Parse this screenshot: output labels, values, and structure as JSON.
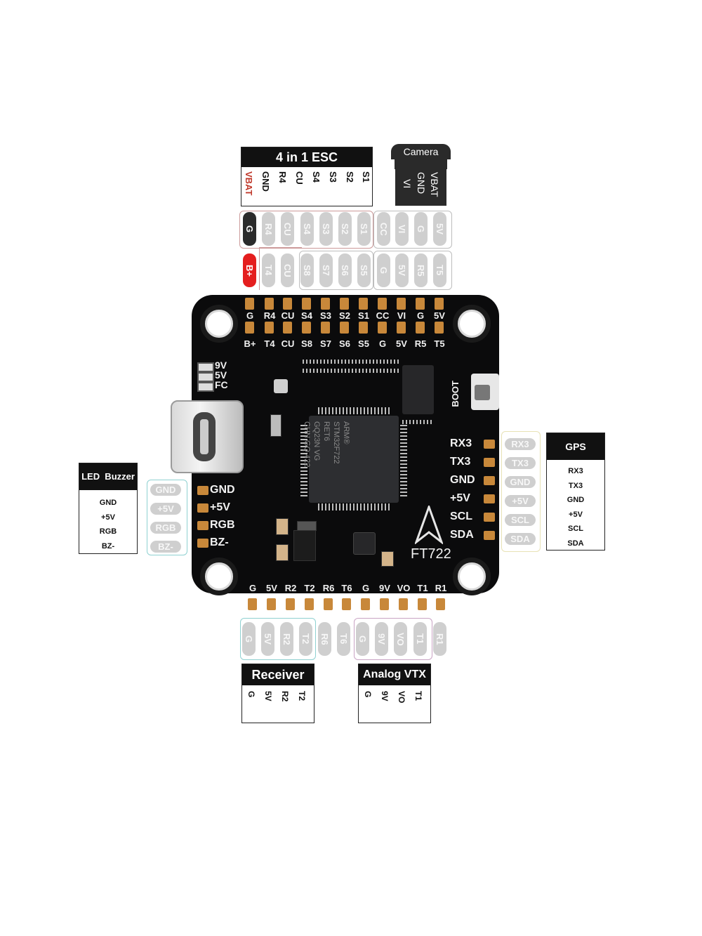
{
  "esc_box": {
    "title": "4 in 1 ESC",
    "pins": [
      "VBAT",
      "GND",
      "R4",
      "CU",
      "S4",
      "S3",
      "S2",
      "S1"
    ],
    "vbat_color": "#c0392b"
  },
  "camera_box": {
    "title": "Camera",
    "pins": [
      "VBAT",
      "GND",
      "VI"
    ]
  },
  "top_row1": [
    "G",
    "R4",
    "CU",
    "S4",
    "S3",
    "S2",
    "S1",
    "CC",
    "VI",
    "G",
    "5V"
  ],
  "top_row2": [
    "B+",
    "T4",
    "CU",
    "S8",
    "S7",
    "S6",
    "S5",
    "G",
    "5V",
    "R5",
    "T5"
  ],
  "board": {
    "top_silk1": [
      "G",
      "R4",
      "CU",
      "S4",
      "S3",
      "S2",
      "S1",
      "CC",
      "VI",
      "G",
      "5V"
    ],
    "top_silk2": [
      "B+",
      "T4",
      "CU",
      "S8",
      "S7",
      "S6",
      "S5",
      "G",
      "5V",
      "R5",
      "T5"
    ],
    "leds": [
      "9V",
      "5V",
      "FC"
    ],
    "boot": "BOOT",
    "chip_text": [
      "ARM®",
      "STM32F722",
      "RET6",
      "GQ23N VG",
      "CHN GQ 422"
    ],
    "model": "FT722",
    "left_pins": [
      "GND",
      "+5V",
      "RGB",
      "BZ-"
    ],
    "right_pins": [
      "RX3",
      "TX3",
      "GND",
      "+5V",
      "SCL",
      "SDA"
    ],
    "bottom_silk": [
      "G",
      "5V",
      "R2",
      "T2",
      "R6",
      "T6",
      "G",
      "9V",
      "VO",
      "T1",
      "R1"
    ]
  },
  "gps_box": {
    "title": "GPS",
    "pins": [
      "RX3",
      "TX3",
      "GND",
      "+5V",
      "SCL",
      "SDA"
    ]
  },
  "gps_pills": [
    "RX3",
    "TX3",
    "GND",
    "+5V",
    "SCL",
    "SDA"
  ],
  "led_box": {
    "title": "LED  Buzzer",
    "pins": [
      "GND",
      "+5V",
      "RGB",
      "BZ-"
    ]
  },
  "led_pills": [
    "GND",
    "+5V",
    "RGB",
    "BZ-"
  ],
  "bottom_pills": [
    "G",
    "5V",
    "R2",
    "T2",
    "R6",
    "T6",
    "G",
    "9V",
    "VO",
    "T1",
    "R1"
  ],
  "receiver_box": {
    "title": "Receiver",
    "pins": [
      "G",
      "5V",
      "R2",
      "T2"
    ]
  },
  "vtx_box": {
    "title": "Analog VTX",
    "pins": [
      "G",
      "9V",
      "VO",
      "T1"
    ]
  },
  "colors": {
    "pad": "#c8883a",
    "board": "#0b0b0c",
    "pill": "#cfcfcf",
    "battery": "#e41e1e",
    "accent_right": "#e8e2b5",
    "accent_left": "#8fd1d1",
    "accent_vtx": "#c9a3c4"
  }
}
